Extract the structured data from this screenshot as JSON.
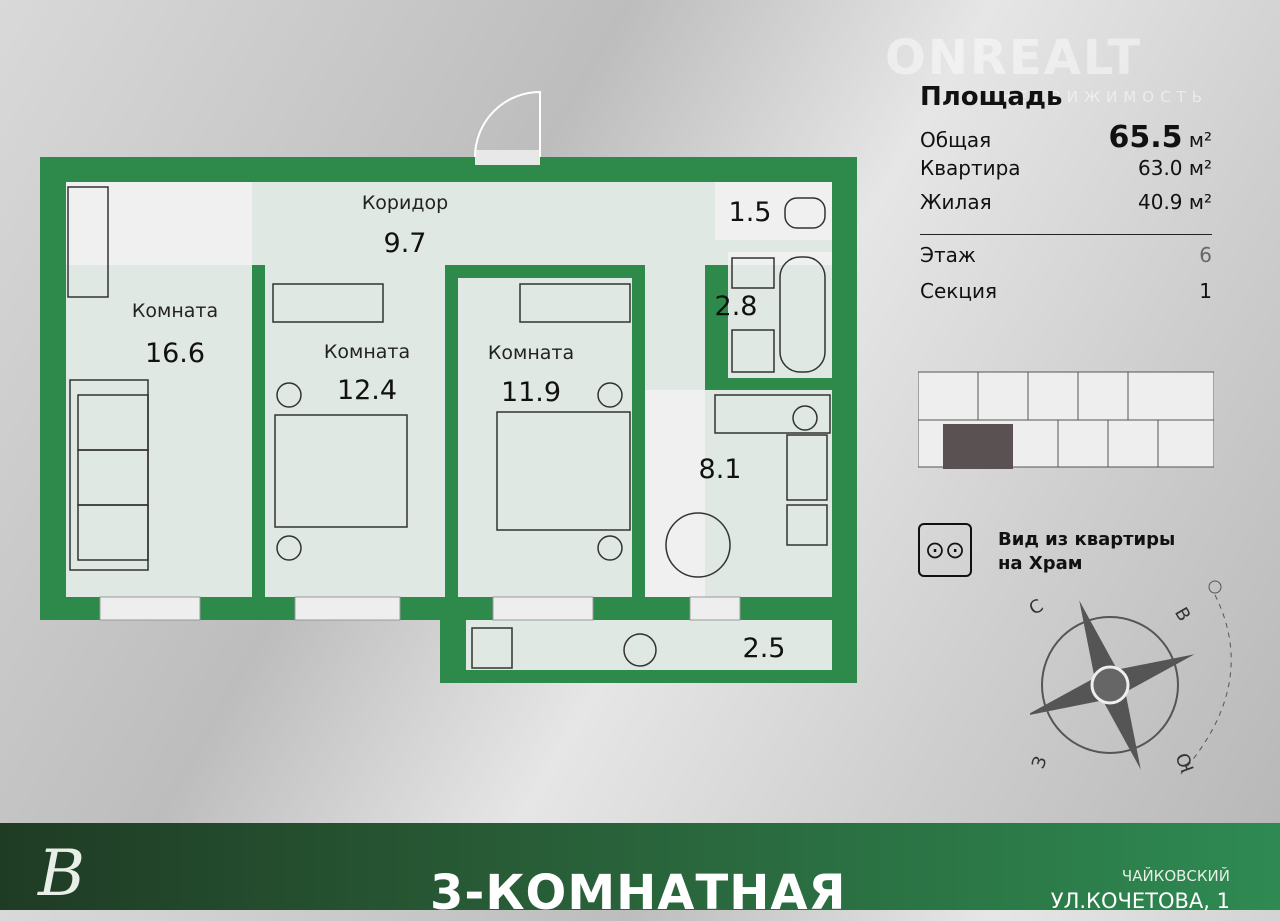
{
  "watermark": {
    "brand": "ONREALT",
    "sub": "НЕДВИЖИМОСТЬ"
  },
  "area": {
    "title": "Площадь",
    "total_label": "Общая",
    "total_value": "65.5",
    "unit": "м²",
    "apartment_label": "Квартира",
    "apartment_value": "63.0 м²",
    "living_label": "Жилая",
    "living_value": "40.9 м²",
    "floor_label": "Этаж",
    "floor_value": "6",
    "section_label": "Секция",
    "section_value": "1"
  },
  "view": {
    "text1": "Вид из квартиры",
    "text2": "на Храм"
  },
  "compass": {
    "n": "С",
    "e": "В",
    "s": "Ю",
    "w": "З"
  },
  "rooms": [
    {
      "label": "Комната",
      "value": "16.6"
    },
    {
      "label": "Коридор",
      "value": "9.7"
    },
    {
      "label": "Комната",
      "value": "12.4"
    },
    {
      "label": "Комната",
      "value": "11.9"
    },
    {
      "label": "",
      "value": "1.5"
    },
    {
      "label": "",
      "value": "2.8"
    },
    {
      "label": "",
      "value": "8.1"
    },
    {
      "label": "",
      "value": "2.5"
    }
  ],
  "banner": {
    "title": "3-КОМНАТНАЯ",
    "city": "ЧАЙКОВСКИЙ",
    "address": "УЛ.КОЧЕТОВА, 1",
    "logo": "В"
  },
  "colors": {
    "wall": "#2d8a4a",
    "banner": "#285c36"
  }
}
